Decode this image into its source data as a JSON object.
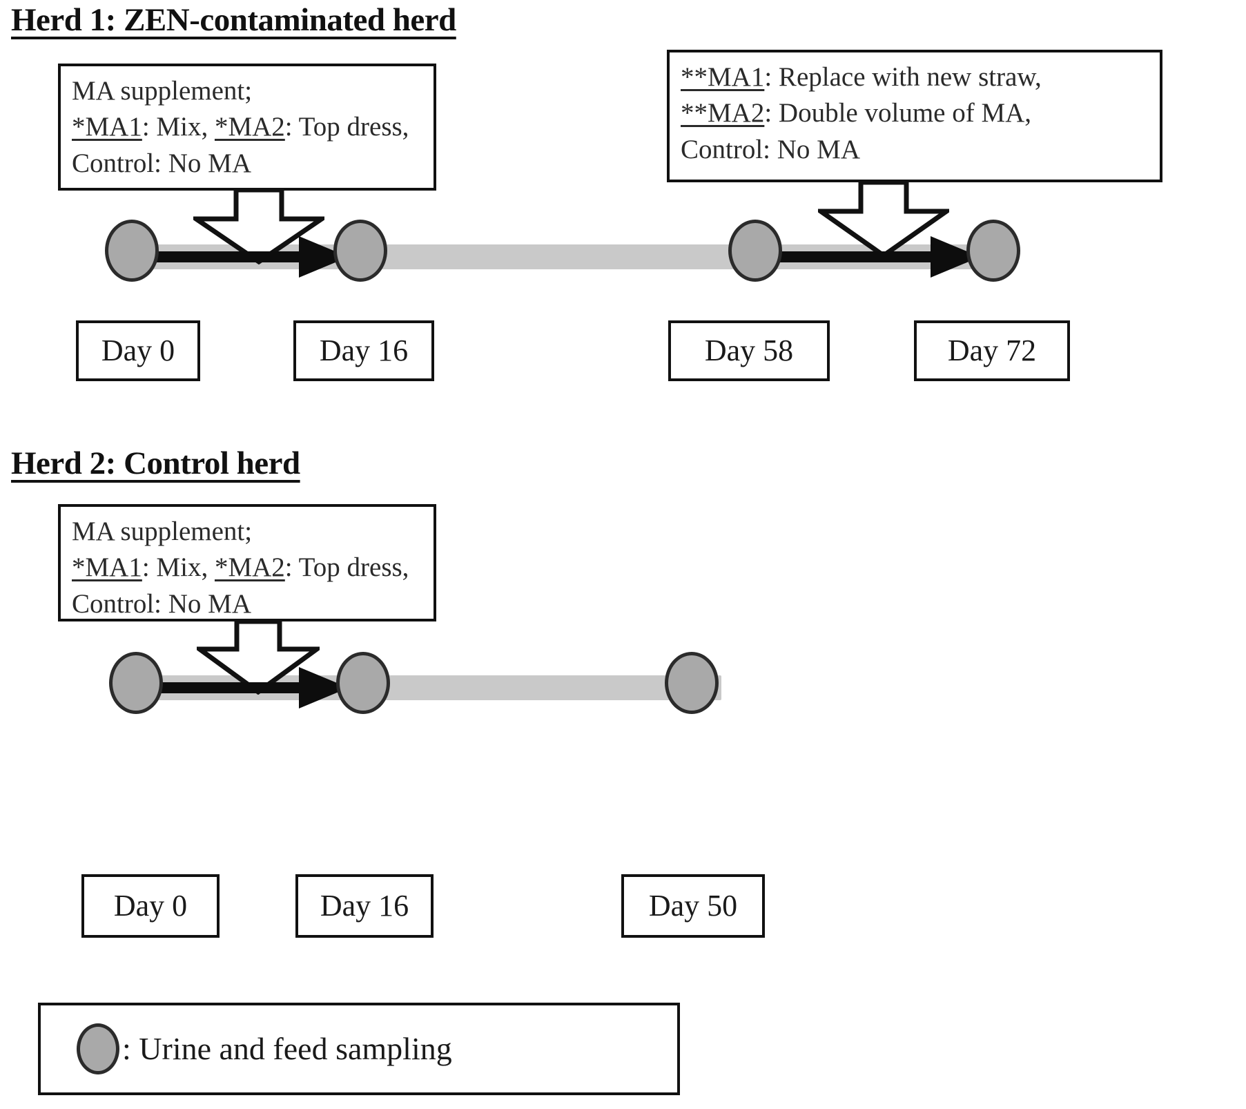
{
  "figure": {
    "type": "experimental-timeline-diagram",
    "background_color": "#ffffff",
    "node_fill_color": "#a9a9a9",
    "band_color": "#c9c9c9",
    "line_color": "#111111"
  },
  "herd1": {
    "title": "Herd 1: ZEN-contaminated herd",
    "box_left": {
      "lines": [
        "MA supplement;",
        "*MA1: Mix, *MA2: Top dress,",
        "Control: No MA"
      ],
      "line1": "MA supplement;",
      "line2_a": "*MA1",
      "line2_b": ": Mix, ",
      "line2_c": "*MA2",
      "line2_d": ": Top dress,",
      "line3": "Control: No MA"
    },
    "box_right": {
      "lines": [
        "**MA1: Replace with new straw,",
        "**MA2: Double volume of MA,",
        "Control: No MA"
      ],
      "line1_a": "**MA1",
      "line1_b": ": Replace with new straw,",
      "line2_a": "**MA2",
      "line2_b": ": Double volume of MA,",
      "line3": "Control: No MA"
    },
    "timepoints": [
      {
        "label": "Day 0",
        "day": 0
      },
      {
        "label": "Day 16",
        "day": 16
      },
      {
        "label": "Day 58",
        "day": 58
      },
      {
        "label": "Day 72",
        "day": 72
      }
    ]
  },
  "herd2": {
    "title": "Herd 2: Control herd",
    "box_left": {
      "lines": [
        "MA supplement;",
        "*MA1: Mix, *MA2: Top dress,",
        "Control: No MA"
      ],
      "line1": "MA supplement;",
      "line2_a": "*MA1",
      "line2_b": ": Mix, ",
      "line2_c": "*MA2",
      "line2_d": ": Top dress,",
      "line3": "Control: No MA"
    },
    "timepoints": [
      {
        "label": "Day 0",
        "day": 0
      },
      {
        "label": "Day 16",
        "day": 16
      },
      {
        "label": "Day 50",
        "day": 50
      }
    ]
  },
  "legend": {
    "symbol": "gray-circle",
    "text": ": Urine and feed sampling"
  }
}
